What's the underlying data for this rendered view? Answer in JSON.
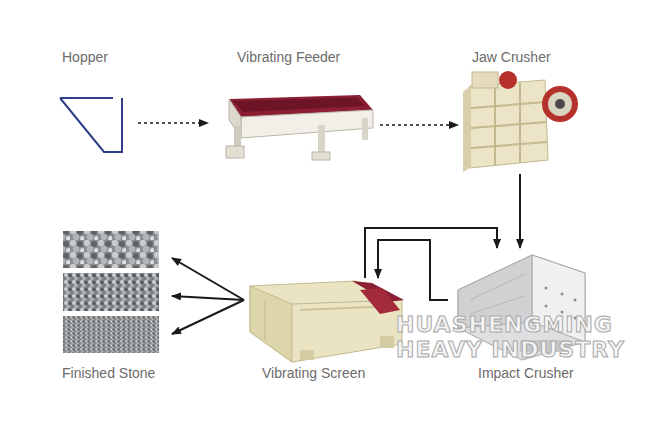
{
  "diagram": {
    "nodes": [
      {
        "text": [
          "Hopper"
        ]
      },
      {
        "text": [
          "Vibrating Feeder"
        ]
      },
      {
        "text": [
          "Jaw Crusher"
        ]
      },
      {
        "text": [
          "Impact Crusher"
        ]
      },
      {
        "text": [
          "Vibrating Screen"
        ]
      },
      {
        "text": [
          "Finished Stone"
        ]
      }
    ],
    "edges": [
      {
        "from": 0,
        "to": 1,
        "arrow": "to"
      },
      {
        "from": 1,
        "to": 2,
        "arrow": "to"
      },
      {
        "from": 2,
        "to": 3,
        "arrow": "to"
      },
      {
        "from": 4,
        "to": 3,
        "arrow": "to"
      },
      {
        "from": 3,
        "to": 4,
        "arrow": "to"
      },
      {
        "from": 4,
        "to": 5,
        "arrow": "to"
      }
    ],
    "labels": [
      "HUASHENGMING",
      "HEAVY INDUSTRY"
    ]
  }
}
